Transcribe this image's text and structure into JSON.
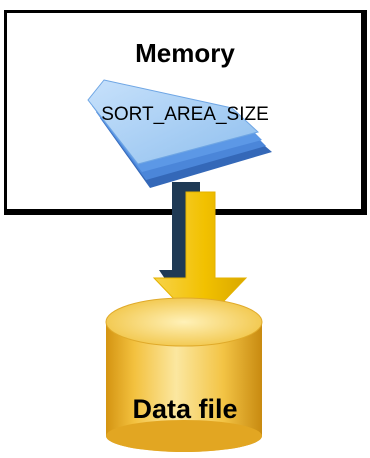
{
  "memory": {
    "title": "Memory",
    "sort_area_label": "SORT_AREA_SIZE"
  },
  "data_file": {
    "label": "Data file"
  },
  "colors": {
    "border": "#000000",
    "sort_block_top": "#9dc8f3",
    "sort_block_side": "#3f7ed6",
    "arrow_fill": "#f2c100",
    "arrow_shadow": "#1f3a55",
    "cylinder_fill": "#f6c94a",
    "cylinder_shade": "#d79a18"
  },
  "icons": {
    "memory_block": "stacked-block-icon",
    "flow_arrow": "down-arrow-icon",
    "storage": "database-cylinder-icon"
  }
}
